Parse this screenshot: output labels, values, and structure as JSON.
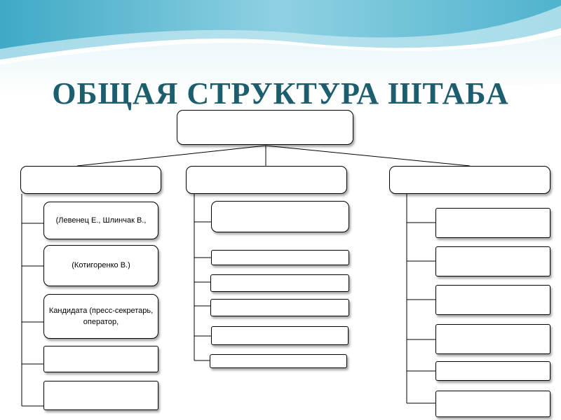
{
  "slide": {
    "title": "ОБЩАЯ СТРУКТУРА ШТАБА",
    "theme_colors": {
      "title": "#1d5e6e",
      "wave_dark": "#5fb9cf",
      "wave_light": "#a9dbe7"
    }
  },
  "chart": {
    "root": {
      "label": ""
    },
    "branches": [
      {
        "label": "",
        "children": [
          {
            "label": "(Левенец Е., Шлинчак В.,"
          },
          {
            "label": "(Котигоренко В.)"
          },
          {
            "label": "Кандидата (пресс-секретарь, оператор,"
          },
          {
            "label": ""
          },
          {
            "label": ""
          }
        ]
      },
      {
        "label": "",
        "children": [
          {
            "label": ""
          },
          {
            "label": ""
          },
          {
            "label": ""
          },
          {
            "label": ""
          },
          {
            "label": ""
          },
          {
            "label": ""
          }
        ]
      },
      {
        "label": "",
        "children": [
          {
            "label": ""
          },
          {
            "label": ""
          },
          {
            "label": ""
          },
          {
            "label": ""
          },
          {
            "label": ""
          },
          {
            "label": ""
          }
        ]
      }
    ]
  }
}
